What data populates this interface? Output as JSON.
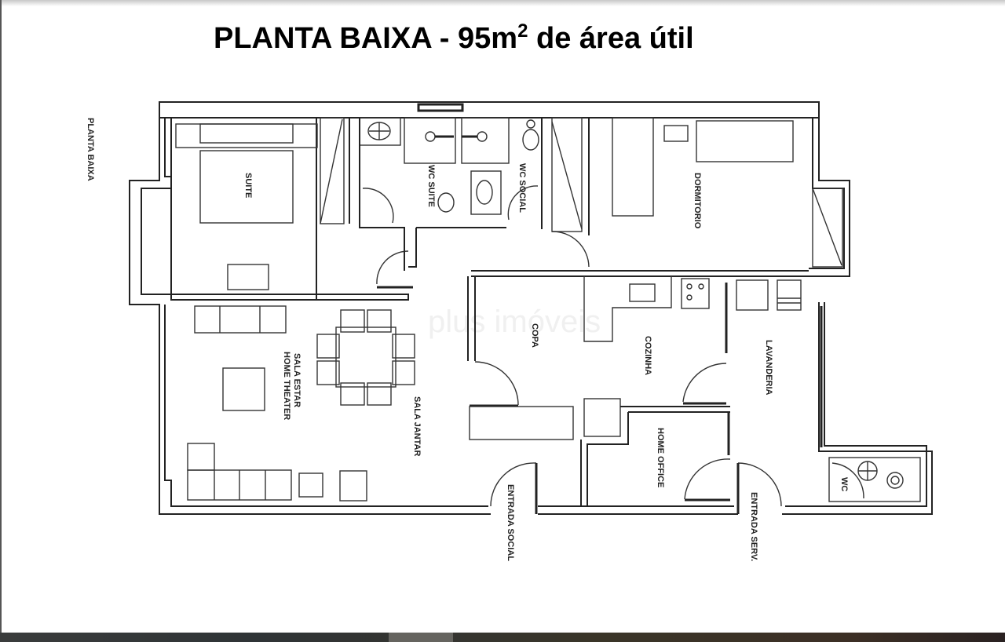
{
  "title": {
    "main": "PLANTA BAIXA - 95m",
    "superscript": "2",
    "suffix": " de área útil"
  },
  "side_label": "PLANTA BAIXA",
  "watermark": "plus imóveis",
  "rooms": {
    "suite": "SUITE",
    "wc_suite": "WC SUITE",
    "wc_social": "WC SOCIAL",
    "dormitorio": "DORMITORIO",
    "sala_estar": "SALA ESTAR",
    "home_theater": "HOME THEATER",
    "sala_jantar": "SALA JANTAR",
    "copa": "COPA",
    "cozinha": "COZINHA",
    "lavanderia": "LAVANDERIA",
    "home_office": "HOME OFFICE",
    "wc": "WC"
  },
  "entrances": {
    "social": "ENTRADA SOCIAL",
    "servico": "ENTRADA SERV."
  },
  "colors": {
    "line": "#222222",
    "background": "#ffffff",
    "bottom_bar": "#333333"
  }
}
